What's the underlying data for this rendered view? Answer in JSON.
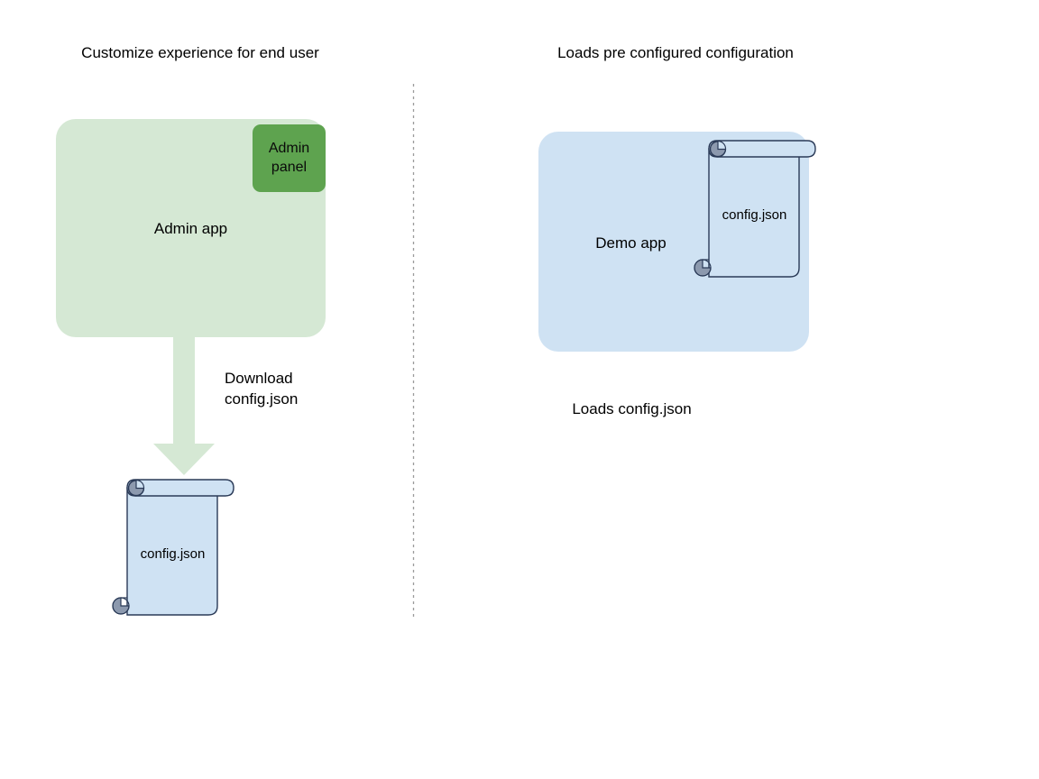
{
  "diagram": {
    "background_color": "#ffffff",
    "panels": [
      {
        "id": "left",
        "title": "Customize experience for end user",
        "app_box": {
          "label": "Admin app",
          "fill": "#d5e8d4",
          "stroke": "none"
        },
        "badge": {
          "label": "Admin\npanel",
          "line1": "Admin",
          "line2": "panel",
          "fill": "#5ea34f"
        },
        "arrow": {
          "label_line1": "Download",
          "label_line2": "config.json",
          "fill": "#d5e8d4"
        },
        "scroll": {
          "label": "config.json",
          "fill": "#cfe2f3",
          "stroke": "#2a3a57",
          "roll_fill": "#8c99ae"
        }
      },
      {
        "id": "right",
        "title": "Loads pre configured configuration",
        "app_box": {
          "label": "Demo app",
          "fill": "#cfe2f3",
          "stroke": "none"
        },
        "scroll": {
          "label": "config.json",
          "fill": "#cfe2f3",
          "stroke": "#2a3a57",
          "roll_fill": "#8c99ae"
        },
        "caption": "Loads config.json"
      }
    ],
    "divider": {
      "name": "vertical-dotted-divider",
      "color": "#9b9b9b",
      "style": "dotted"
    }
  }
}
